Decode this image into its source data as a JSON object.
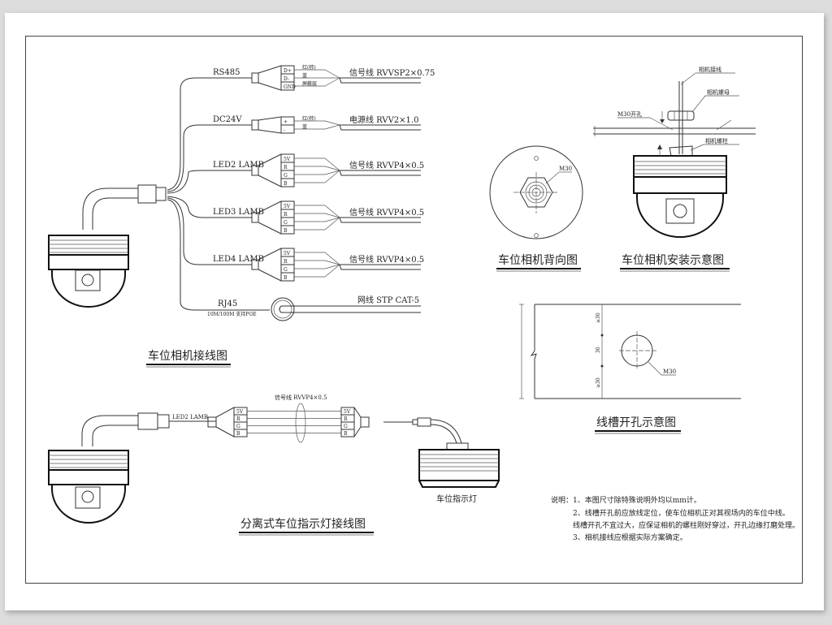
{
  "sheet": {
    "background_color": "#dcdcdc",
    "paper_color": "#ffffff",
    "line_color": "#333333"
  },
  "wiring_diagram": {
    "title": "车位相机接线图",
    "ports": [
      {
        "name": "RS485",
        "pins": [
          "D+",
          "D-",
          "GND"
        ],
        "wire_labels": [
          "红(棕)",
          "蓝",
          "屏蔽层"
        ],
        "cable": "信号线 RVVSP2×0.75"
      },
      {
        "name": "DC24V",
        "pins": [
          "+",
          "-"
        ],
        "wire_labels": [
          "红(棕)",
          "蓝"
        ],
        "cable": "电源线 RVV2×1.0"
      },
      {
        "name": "LED2 LAMB",
        "pins": [
          "5V",
          "R",
          "G",
          "B"
        ],
        "wire_labels": [],
        "cable": "信号线 RVVP4×0.5"
      },
      {
        "name": "LED3 LAMB",
        "pins": [
          "5V",
          "R",
          "G",
          "B"
        ],
        "wire_labels": [],
        "cable": "信号线 RVVP4×0.5"
      },
      {
        "name": "LED4 LAMB",
        "pins": [
          "5V",
          "R",
          "G",
          "B"
        ],
        "wire_labels": [],
        "cable": "信号线 RVVP4×0.5"
      }
    ],
    "rj45": {
      "name": "RJ45",
      "sub": "10M/100M 支持POE",
      "cable": "网线 STP CAT-5"
    }
  },
  "back_view": {
    "title": "车位相机背向图",
    "callout": "M30"
  },
  "install_view": {
    "title": "车位相机安装示意图",
    "callouts": [
      "相机接线",
      "相机螺母",
      "M30开孔",
      "相机螺柱"
    ]
  },
  "trough_view": {
    "title": "线槽开孔示意图",
    "callout": "M30",
    "dim_labels": [
      "≥30",
      "30",
      "≥30"
    ]
  },
  "indicator_diagram": {
    "title": "分离式车位指示灯接线图",
    "port": "LED2 LAMB",
    "cable": "信号线 RVVP4×0.5",
    "pins": [
      "5V",
      "R",
      "G",
      "B"
    ],
    "lamp_label": "车位指示灯"
  },
  "notes": {
    "lines": [
      "说明：1、本图尺寸除特殊说明外均以mm计。",
      "2、线槽开孔前应放线定位，使车位相机正对其视场内的车位中线。",
      "线槽开孔不宜过大，应保证相机的螺柱刚好穿过，开孔边缘打磨处理。",
      "3、相机接线应根据实际方案确定。"
    ]
  }
}
